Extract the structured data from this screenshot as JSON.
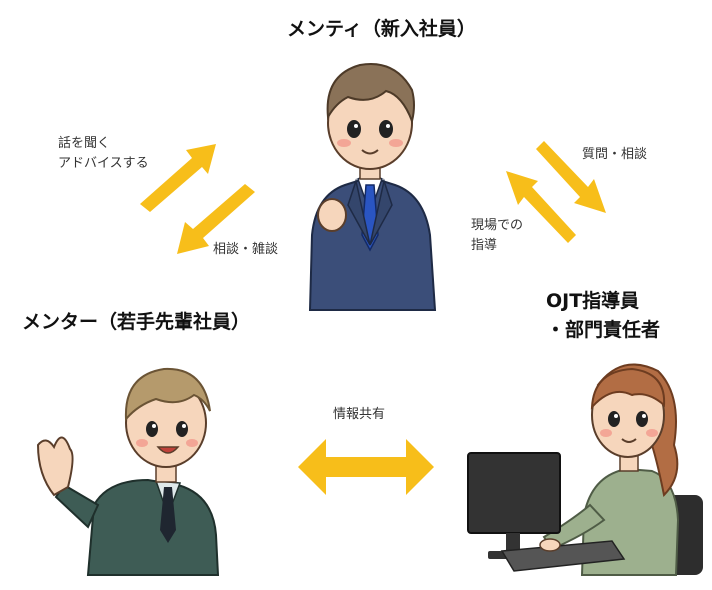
{
  "mentee": {
    "title": "メンティ（新入社員）"
  },
  "mentor": {
    "title": "メンター（若手先輩社員）"
  },
  "ojt": {
    "title_line1": "OJT指導員",
    "title_line2": "・部門責任者"
  },
  "edges": {
    "mentor_to_mentee_line1": "話を聞く",
    "mentor_to_mentee_line2": "アドバイスする",
    "mentee_to_mentor": "相談・雑談",
    "mentee_to_ojt": "質問・相談",
    "ojt_to_mentee_line1": "現場での",
    "ojt_to_mentee_line2": "指導",
    "mentor_ojt": "情報共有"
  },
  "colors": {
    "arrow": "#F7BE1A",
    "suit_navy": "#3B4E79",
    "suit_green": "#3E5C55",
    "blouse": "#9DB08E",
    "hair_brown": "#8A7258",
    "hair_light": "#B59A6C",
    "hair_woman": "#B26D44"
  }
}
